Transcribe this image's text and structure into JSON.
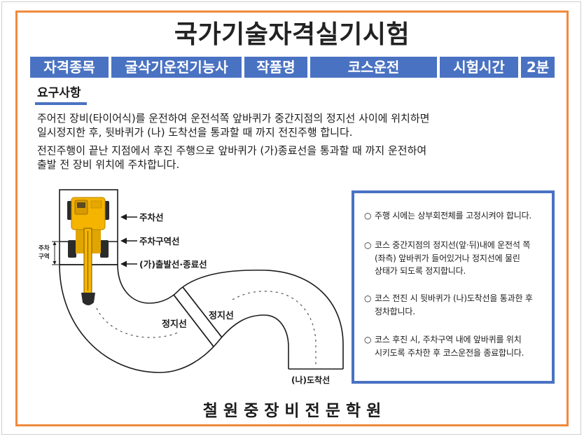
{
  "title": "국가기술자격실기시험",
  "info_bar": {
    "qualification_label": "자격종목",
    "qualification_value": "굴삭기운전기능사",
    "task_label": "작품명",
    "task_value": "코스운전",
    "time_label": "시험시간",
    "time_value": "2분"
  },
  "requirements": {
    "heading": "요구사항",
    "paragraph_1": [
      "주어진 장비(타이어식)를 운전하여 운전석쪽 앞바퀴가 중간지점의 정지선 사이에 위치하면",
      "일시정지한 후, 뒷바퀴가 (나) 도착선을 통과할 때 까지 전진주행 합니다."
    ],
    "paragraph_2": [
      "전진주행이 끝난 지점에서 후진 주행으로 앞바퀴가 (가)종료선을 통과할 때 까지 운전하여",
      "출발 전 장비 위치에 주차합니다."
    ]
  },
  "diagram": {
    "equipment_icon": "excavator-icon",
    "parking_line_label": "주차선",
    "parking_zone_line_label": "주차구역선",
    "start_end_line_label": "(가)출발선·종료선",
    "parking_zone_label": [
      "주차",
      "구역"
    ],
    "stop_line_labels": [
      "정지선",
      "정지선"
    ],
    "finish_line_label": "(나)도착선"
  },
  "notes": [
    {
      "bullet": "○",
      "lines": [
        "주행 시에는 상부회전체를 고정시켜야 합니다."
      ]
    },
    {
      "bullet": "○",
      "lines": [
        "코스 중간지점의 정지선(앞·뒤)내에 운전석 쪽",
        "(좌측) 앞바퀴가 들어있거나 정지선에 물린",
        "상태가 되도록 정지합니다."
      ]
    },
    {
      "bullet": "○",
      "lines": [
        "코스 전진 시 뒷바퀴가 (나)도착선을 통과한 후",
        "정차합니다."
      ]
    },
    {
      "bullet": "○",
      "lines": [
        "코스 후진 시, 주차구역 내에 앞바퀴를 위치",
        "시키도록 주차한 후 코스운전을 종료합니다."
      ]
    }
  ],
  "footer": "철 원 중 장 비 전 문 학 원",
  "colors": {
    "frame": "#F08A3C",
    "accent": "#4A72C2",
    "equipment": "#F4B400"
  }
}
